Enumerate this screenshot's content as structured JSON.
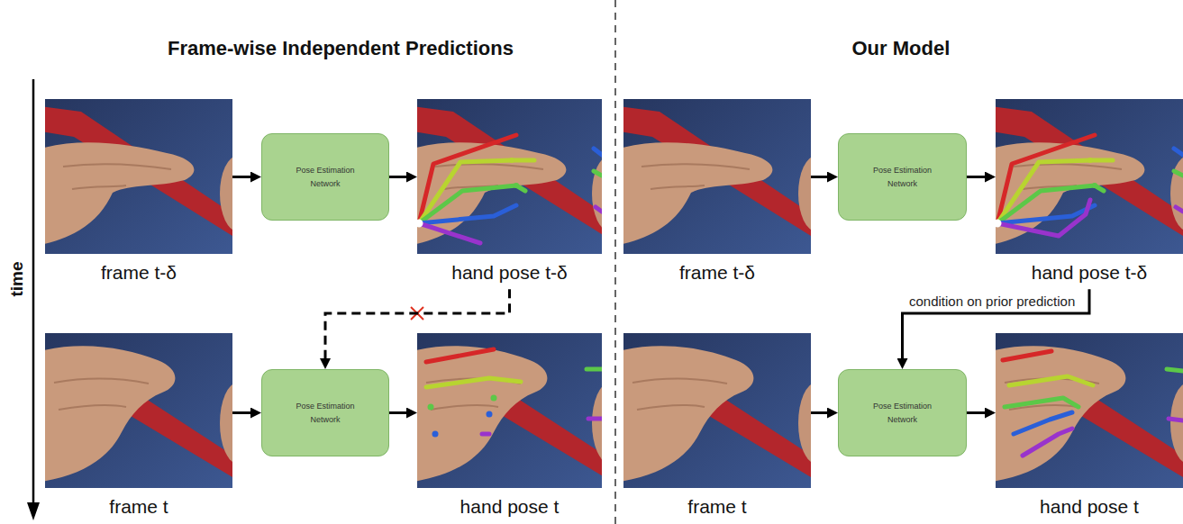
{
  "diagram": {
    "nodes": [
      {
        "text": [
          "frame t-δ"
        ]
      },
      {
        "text": [
          "Pose Estimation Network"
        ]
      },
      {
        "text": [
          "hand pose t-δ"
        ]
      },
      {
        "text": [
          "frame t"
        ]
      },
      {
        "text": [
          "Pose Estimation Network"
        ]
      },
      {
        "text": [
          "hand pose t"
        ]
      },
      {
        "text": [
          "frame t-δ"
        ]
      },
      {
        "text": [
          "Pose Estimation Network"
        ]
      },
      {
        "text": [
          "hand pose t-δ"
        ]
      },
      {
        "text": [
          "frame t"
        ]
      },
      {
        "text": [
          "Pose Estimation Network"
        ]
      },
      {
        "text": [
          "hand pose t"
        ]
      }
    ],
    "edges": [
      {
        "from": 0,
        "to": 1,
        "arrow": "to"
      },
      {
        "from": 1,
        "to": 2,
        "arrow": "to"
      },
      {
        "from": 3,
        "to": 4,
        "arrow": "to"
      },
      {
        "from": 4,
        "to": 5,
        "arrow": "to"
      },
      {
        "from": 2,
        "to": 4,
        "arrow": "to"
      },
      {
        "from": 6,
        "to": 7,
        "arrow": "to"
      },
      {
        "from": 7,
        "to": 8,
        "arrow": "to"
      },
      {
        "from": 9,
        "to": 10,
        "arrow": "to"
      },
      {
        "from": 10,
        "to": 11,
        "arrow": "to"
      },
      {
        "from": 8,
        "to": 10,
        "label": "condition on prior prediction",
        "arrow": "to"
      }
    ],
    "labels": [
      "Frame-wise Independent Predictions",
      "Our Model",
      "time"
    ]
  }
}
